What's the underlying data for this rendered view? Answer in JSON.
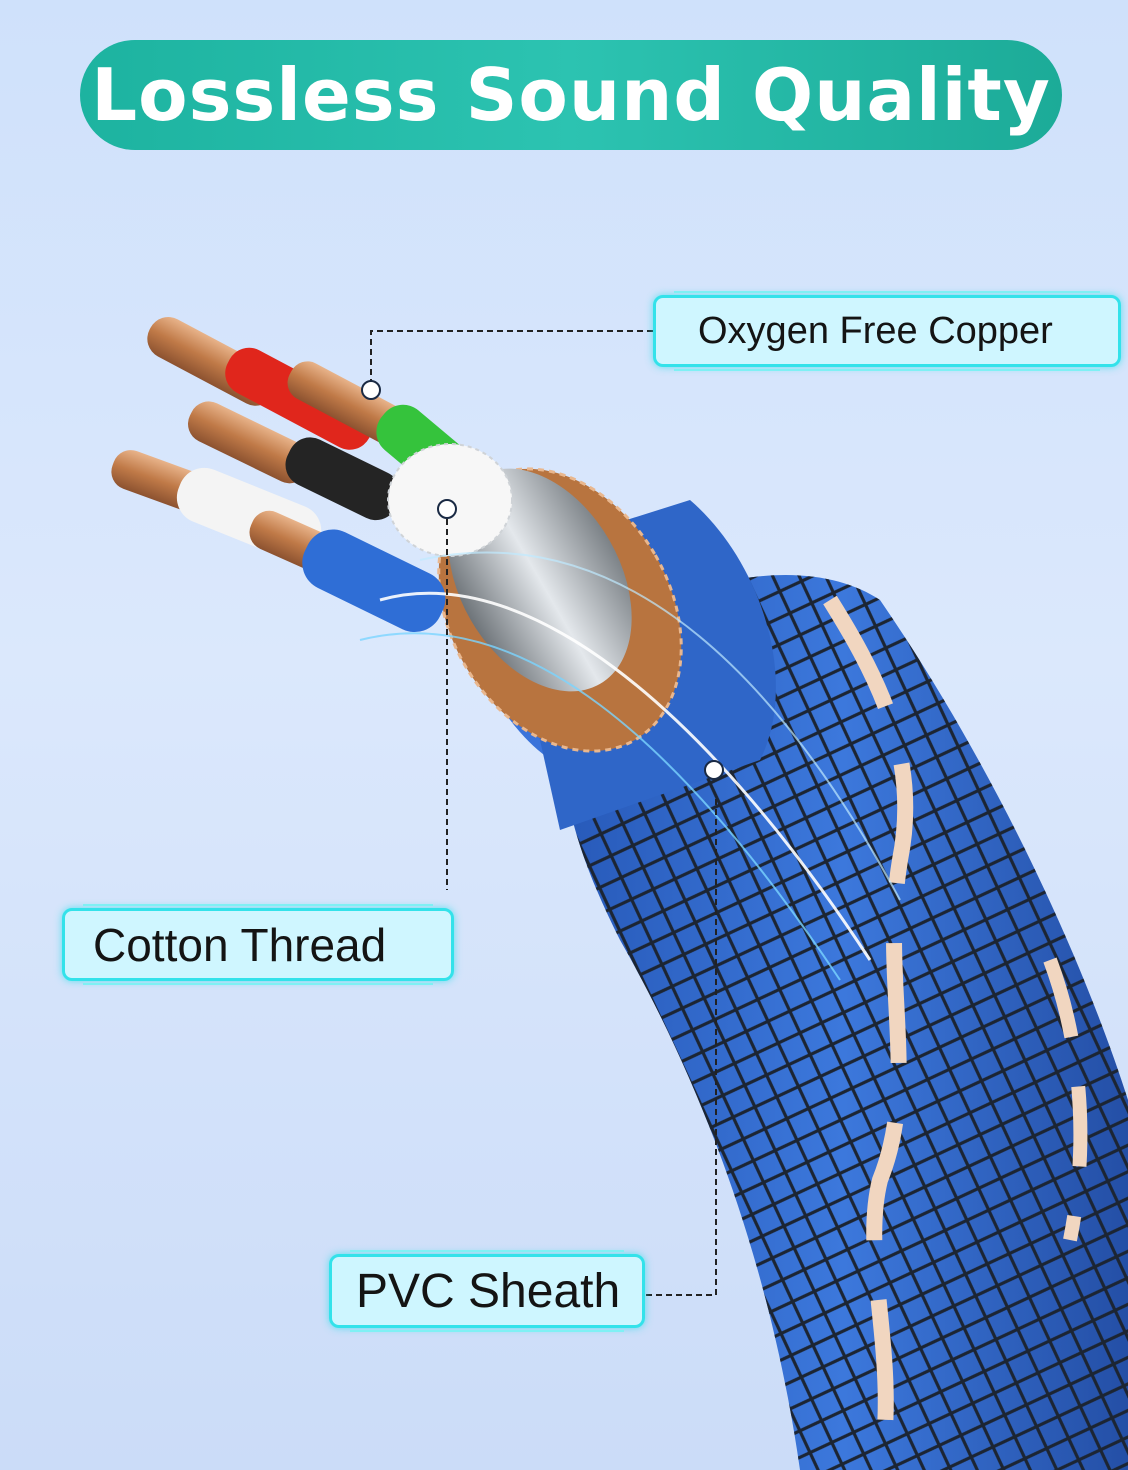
{
  "title": "Lossless Sound Quality",
  "callouts": {
    "oxygen_free_copper": "Oxygen Free Copper",
    "cotton_thread": "Cotton Thread",
    "pvc_sheath": "PVC Sheath"
  },
  "colors": {
    "title_bg": "#1db3a0",
    "callout_border": "#33e2ea",
    "callout_bg": "#cef7ff",
    "cable_jacket": "#2f66c8",
    "braid": "#1f2a3a",
    "cotton_stripe": "#f1d6c0",
    "copper": "#c98a5c",
    "wire_red": "#e0261c",
    "wire_green": "#35c33c",
    "wire_black": "#242424",
    "wire_white": "#f4f4f4",
    "wire_blue": "#2f6ed6"
  }
}
